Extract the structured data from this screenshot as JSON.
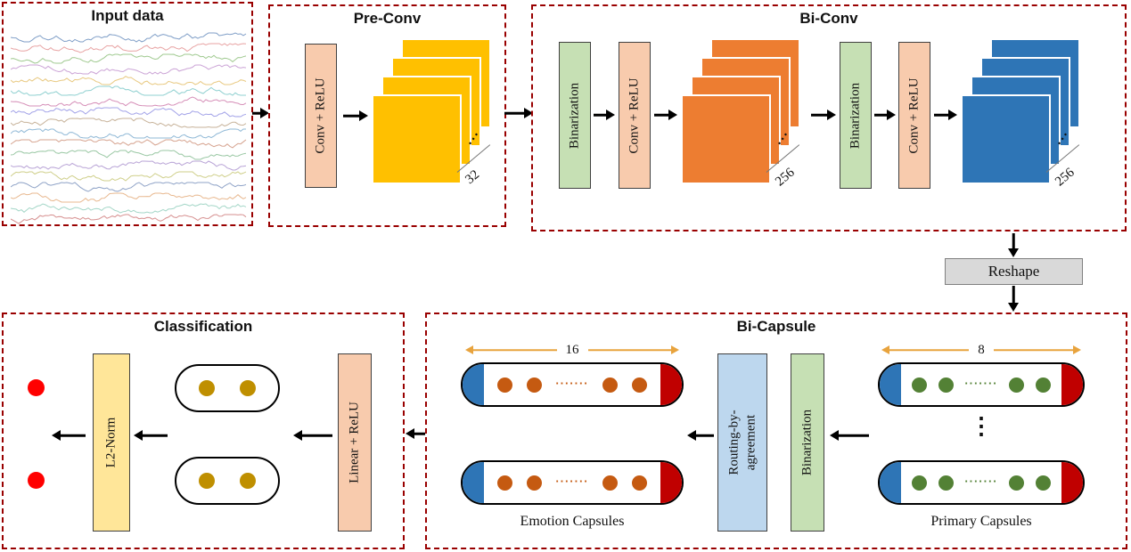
{
  "panels": {
    "input": {
      "title": "Input data",
      "wave_colors": [
        "#7f9ec7",
        "#e8a3a3",
        "#9fc98f",
        "#cba3d6",
        "#e8c87f",
        "#8fd0d0",
        "#d68fb8",
        "#a3a3e8",
        "#c7b299",
        "#8fb8d6",
        "#d6a38f",
        "#99c7a3",
        "#b8a3d6",
        "#cfcf8a",
        "#8fa3c7",
        "#e8b88f",
        "#a3d6c7",
        "#d68f8f"
      ]
    },
    "pre_conv": {
      "title": "Pre-Conv",
      "conv_relu": "Conv + ReLU",
      "filters": "32"
    },
    "bi_conv": {
      "title": "Bi-Conv",
      "binarization1": "Binarization",
      "conv_relu1": "Conv + ReLU",
      "filters1": "256",
      "binarization2": "Binarization",
      "conv_relu2": "Conv + ReLU",
      "filters2": "256"
    },
    "bi_capsule": {
      "title": "Bi-Capsule",
      "emotion_dim": "16",
      "primary_dim": "8",
      "routing_line1": "Routing-by-",
      "routing_line2": "agreement",
      "binarization": "Binarization",
      "emotion_caption": "Emotion Capsules",
      "primary_caption": "Primary Capsules"
    },
    "classification": {
      "title": "Classification",
      "l2_norm": "L2-Norm",
      "linear_relu": "Linear + ReLU"
    }
  },
  "reshape": {
    "label": "Reshape"
  },
  "glyphs": {
    "stack_dots": "···",
    "capsule_dots": "·······",
    "vertical_dots": "⋮"
  },
  "colors": {
    "panel_border": "#990000",
    "conv_fill": "#F8CBAD",
    "binarization_fill": "#C6E0B4",
    "routing_fill": "#BDD7EE",
    "l2_fill": "#FFE699",
    "stack_yellow": "#FFC000",
    "stack_orange": "#ED7D31",
    "stack_blue": "#2E75B6",
    "capsule_left_cap": "#2E75B6",
    "capsule_right_cap": "#C00000",
    "emotion_dot": "#C55A11",
    "primary_dot": "#538135",
    "class_dot": "#BF8F00",
    "output_dot": "#FF0000",
    "dim_arrow": "#E8A33D",
    "reshape_fill": "#D9D9D9"
  }
}
